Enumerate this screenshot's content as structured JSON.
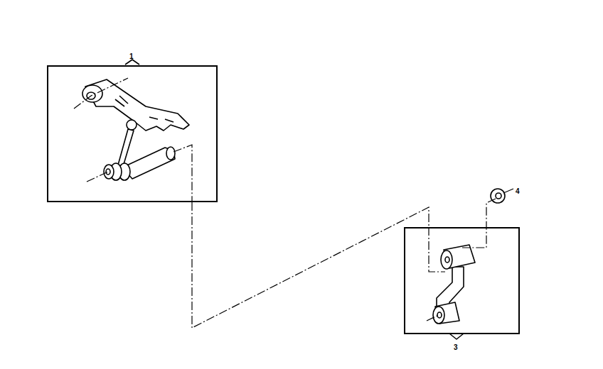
{
  "diagram": {
    "nodes": [
      {
        "text": [
          "1"
        ]
      },
      {
        "text": [
          "3"
        ]
      }
    ],
    "edges": [
      {
        "from": 0,
        "to": 1,
        "arrow": "none"
      }
    ],
    "labels": [
      "4"
    ]
  }
}
